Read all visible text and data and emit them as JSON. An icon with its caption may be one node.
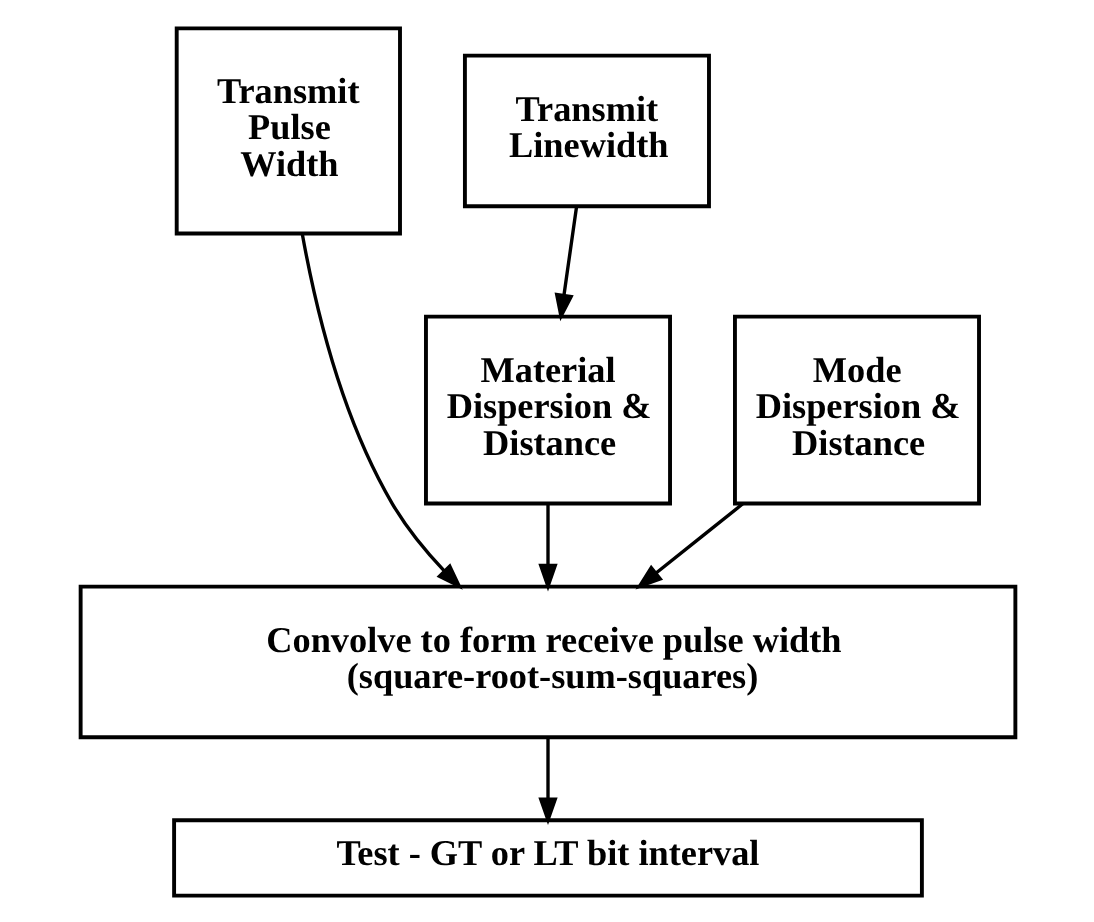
{
  "diagram": {
    "nodes": [
      {
        "text": [
          "Transmit Pulse Width"
        ]
      },
      {
        "text": [
          "Transmit Linewidth"
        ]
      },
      {
        "text": [
          "Material Dispersion & Distance"
        ]
      },
      {
        "text": [
          "Mode Dispersion & Distance"
        ]
      },
      {
        "text": [
          "Convolve to form receive pulse width (square-root-sum-squares)"
        ]
      },
      {
        "text": [
          "Test - GT or LT bit interval"
        ]
      }
    ],
    "edges": [
      {
        "from": 1,
        "to": 2,
        "arrow": "to"
      },
      {
        "from": 0,
        "to": 4,
        "arrow": "to"
      },
      {
        "from": 2,
        "to": 4,
        "arrow": "to"
      },
      {
        "from": 3,
        "to": 4,
        "arrow": "to"
      },
      {
        "from": 4,
        "to": 5,
        "arrow": "to"
      }
    ]
  }
}
